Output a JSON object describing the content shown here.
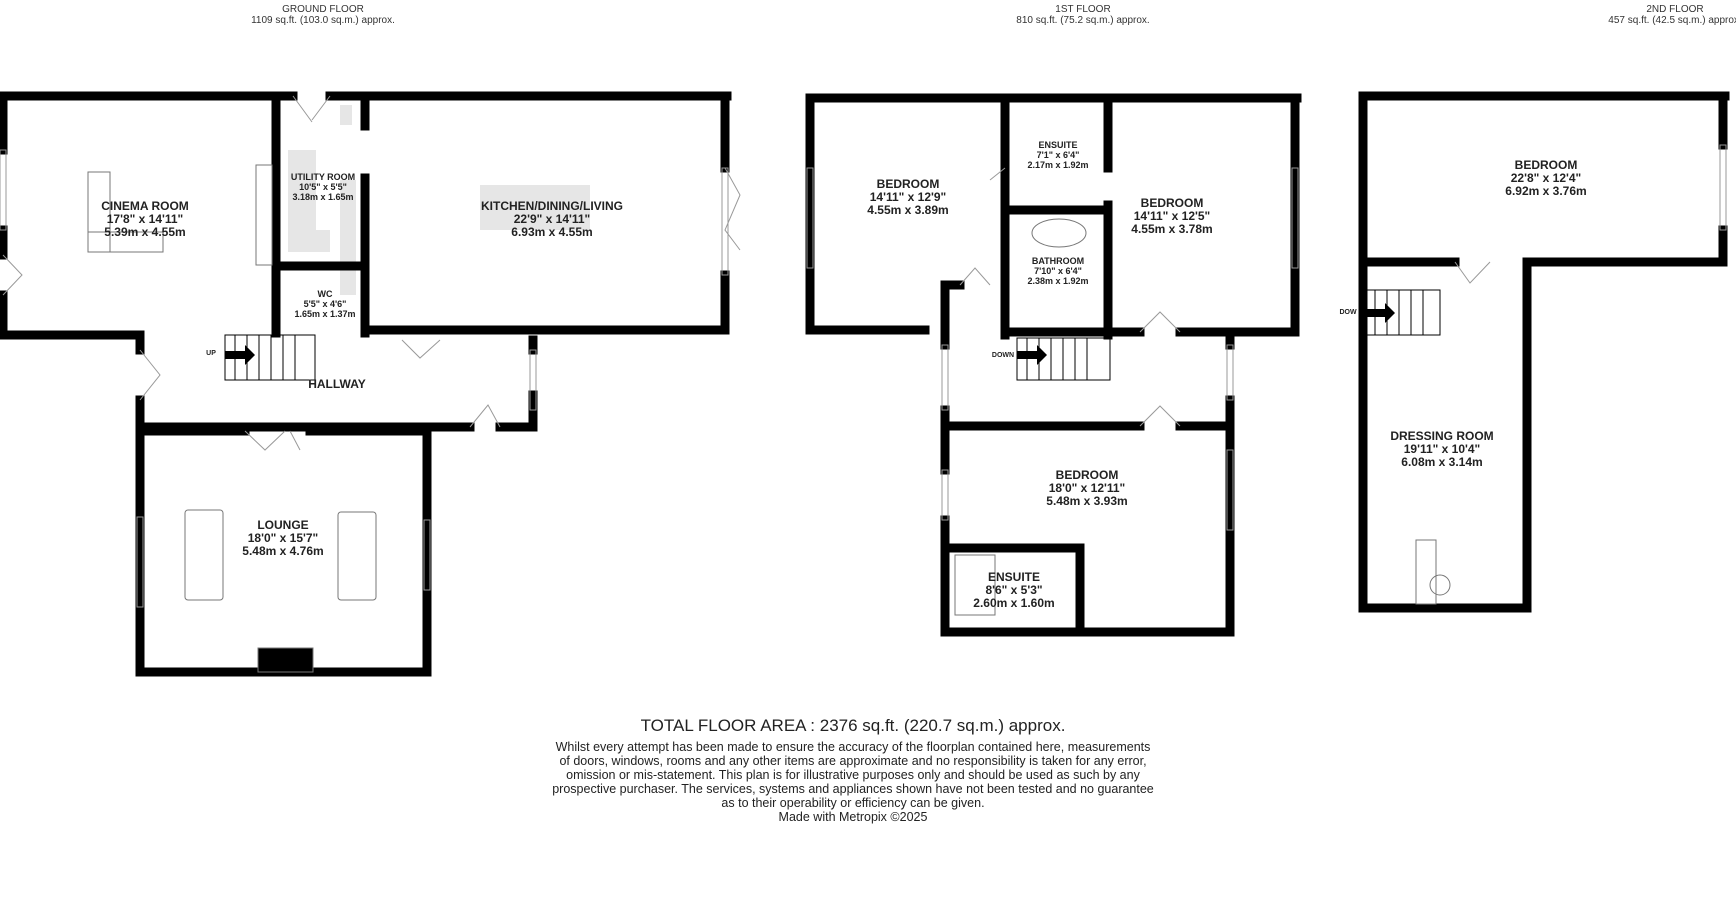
{
  "floors": [
    {
      "name": "GROUND FLOOR",
      "area": "1109 sq.ft. (103.0 sq.m.) approx.",
      "rooms": [
        {
          "name": "CINEMA ROOM",
          "imperial": "17'8\"  x 14'11\"",
          "metric": "5.39m  x 4.55m"
        },
        {
          "name": "UTILITY ROOM",
          "imperial": "10'5\"  x 5'5\"",
          "metric": "3.18m  x 1.65m"
        },
        {
          "name": "KITCHEN/DINING/LIVING",
          "imperial": "22'9\"  x 14'11\"",
          "metric": "6.93m  x 4.55m"
        },
        {
          "name": "WC",
          "imperial": "5'5\"  x 4'6\"",
          "metric": "1.65m  x 1.37m"
        },
        {
          "name": "HALLWAY"
        },
        {
          "name": "LOUNGE",
          "imperial": "18'0\"  x 15'7\"",
          "metric": "5.48m  x 4.76m"
        }
      ],
      "stair_label": "UP"
    },
    {
      "name": "1ST FLOOR",
      "area": "810 sq.ft. (75.2 sq.m.) approx.",
      "rooms": [
        {
          "name": "BEDROOM",
          "imperial": "14'11\"  x 12'9\"",
          "metric": "4.55m  x 3.89m"
        },
        {
          "name": "ENSUITE",
          "imperial": "7'1\"  x 6'4\"",
          "metric": "2.17m  x 1.92m"
        },
        {
          "name": "BATHROOM",
          "imperial": "7'10\"  x 6'4\"",
          "metric": "2.38m  x 1.92m"
        },
        {
          "name": "BEDROOM",
          "imperial": "14'11\"  x 12'5\"",
          "metric": "4.55m  x 3.78m"
        },
        {
          "name": "BEDROOM",
          "imperial": "18'0\"  x 12'11\"",
          "metric": "5.48m  x 3.93m"
        },
        {
          "name": "ENSUITE",
          "imperial": "8'6\"  x 5'3\"",
          "metric": "2.60m  x 1.60m"
        }
      ],
      "stair_label": "DOWN"
    },
    {
      "name": "2ND FLOOR",
      "area": "457 sq.ft. (42.5 sq.m.) approx.",
      "rooms": [
        {
          "name": "BEDROOM",
          "imperial": "22'8\"  x 12'4\"",
          "metric": "6.92m  x 3.76m"
        },
        {
          "name": "DRESSING ROOM",
          "imperial": "19'11\"  x 10'4\"",
          "metric": "6.08m  x 3.14m"
        }
      ],
      "stair_label": "DOW"
    }
  ],
  "total": "TOTAL FLOOR AREA : 2376 sq.ft. (220.7 sq.m.) approx.",
  "disclaimer": [
    "Whilst every attempt has been made to ensure the accuracy of the floorplan contained here, measurements",
    "of doors, windows, rooms and any other items are approximate and no responsibility is taken for any error,",
    "omission or mis-statement. This plan is for illustrative purposes only and should be used as such by any",
    "prospective purchaser. The services, systems and appliances shown have not been tested and no guarantee",
    "as to their operability or efficiency can be given."
  ],
  "credit": "Made with Metropix ©2025"
}
